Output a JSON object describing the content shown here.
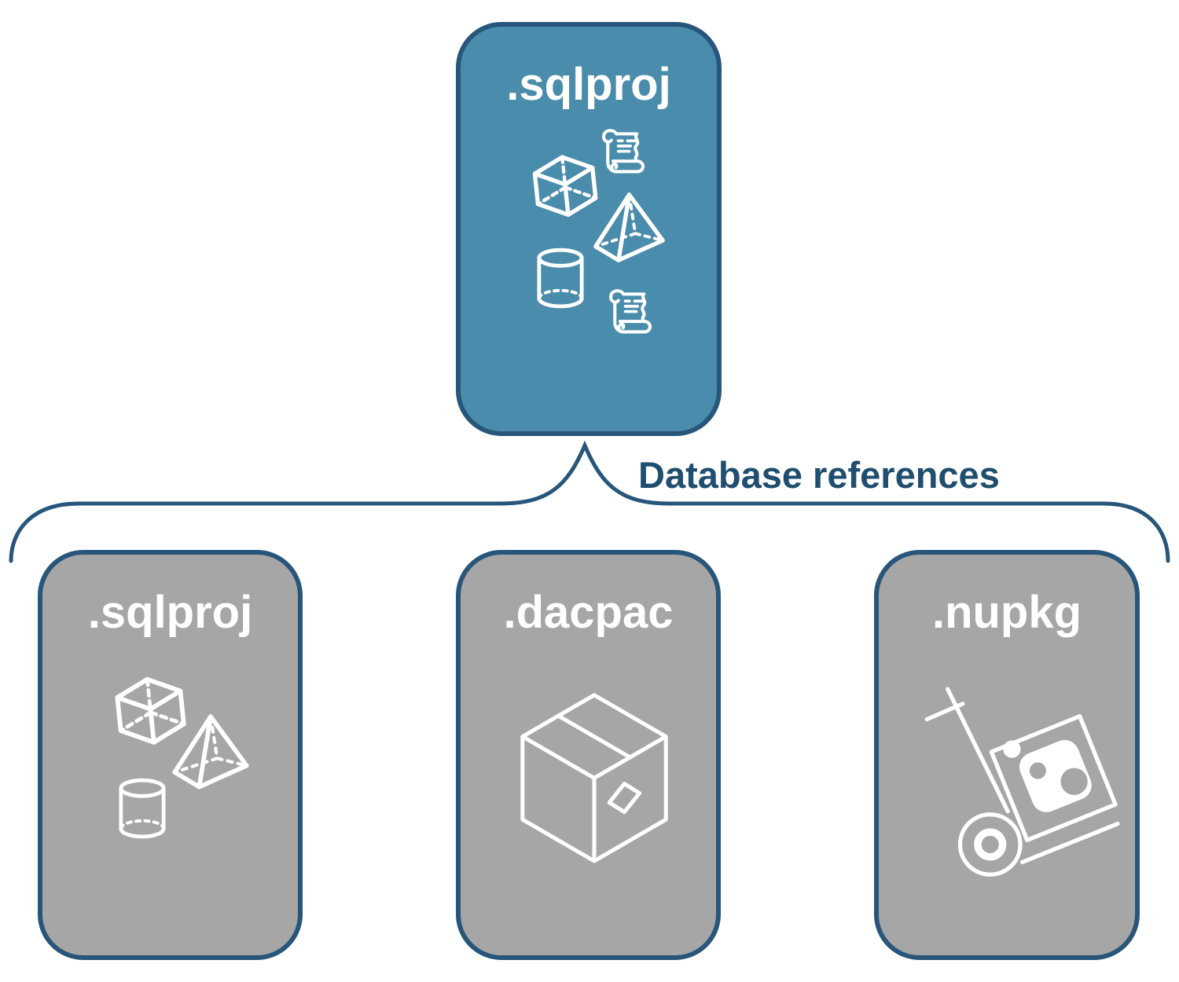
{
  "diagram": {
    "root": {
      "title": ".sqlproj",
      "icons": [
        "script-scroll",
        "cube",
        "pyramid",
        "database-cylinder",
        "script-scroll"
      ]
    },
    "connector_label": "Database references",
    "references": [
      {
        "title": ".sqlproj",
        "icons": [
          "cube",
          "pyramid",
          "database-cylinder"
        ]
      },
      {
        "title": ".dacpac",
        "icons": [
          "package-box"
        ]
      },
      {
        "title": ".nupkg",
        "icons": [
          "nuget-hand-truck"
        ]
      }
    ],
    "colors": {
      "root_fill": "#4A8CAB",
      "reference_fill": "#A6A6A6",
      "outline": "#27567A",
      "label_text": "#1F4E6E",
      "icon_stroke": "#FFFFFF",
      "background": "#FFFFFF"
    }
  }
}
